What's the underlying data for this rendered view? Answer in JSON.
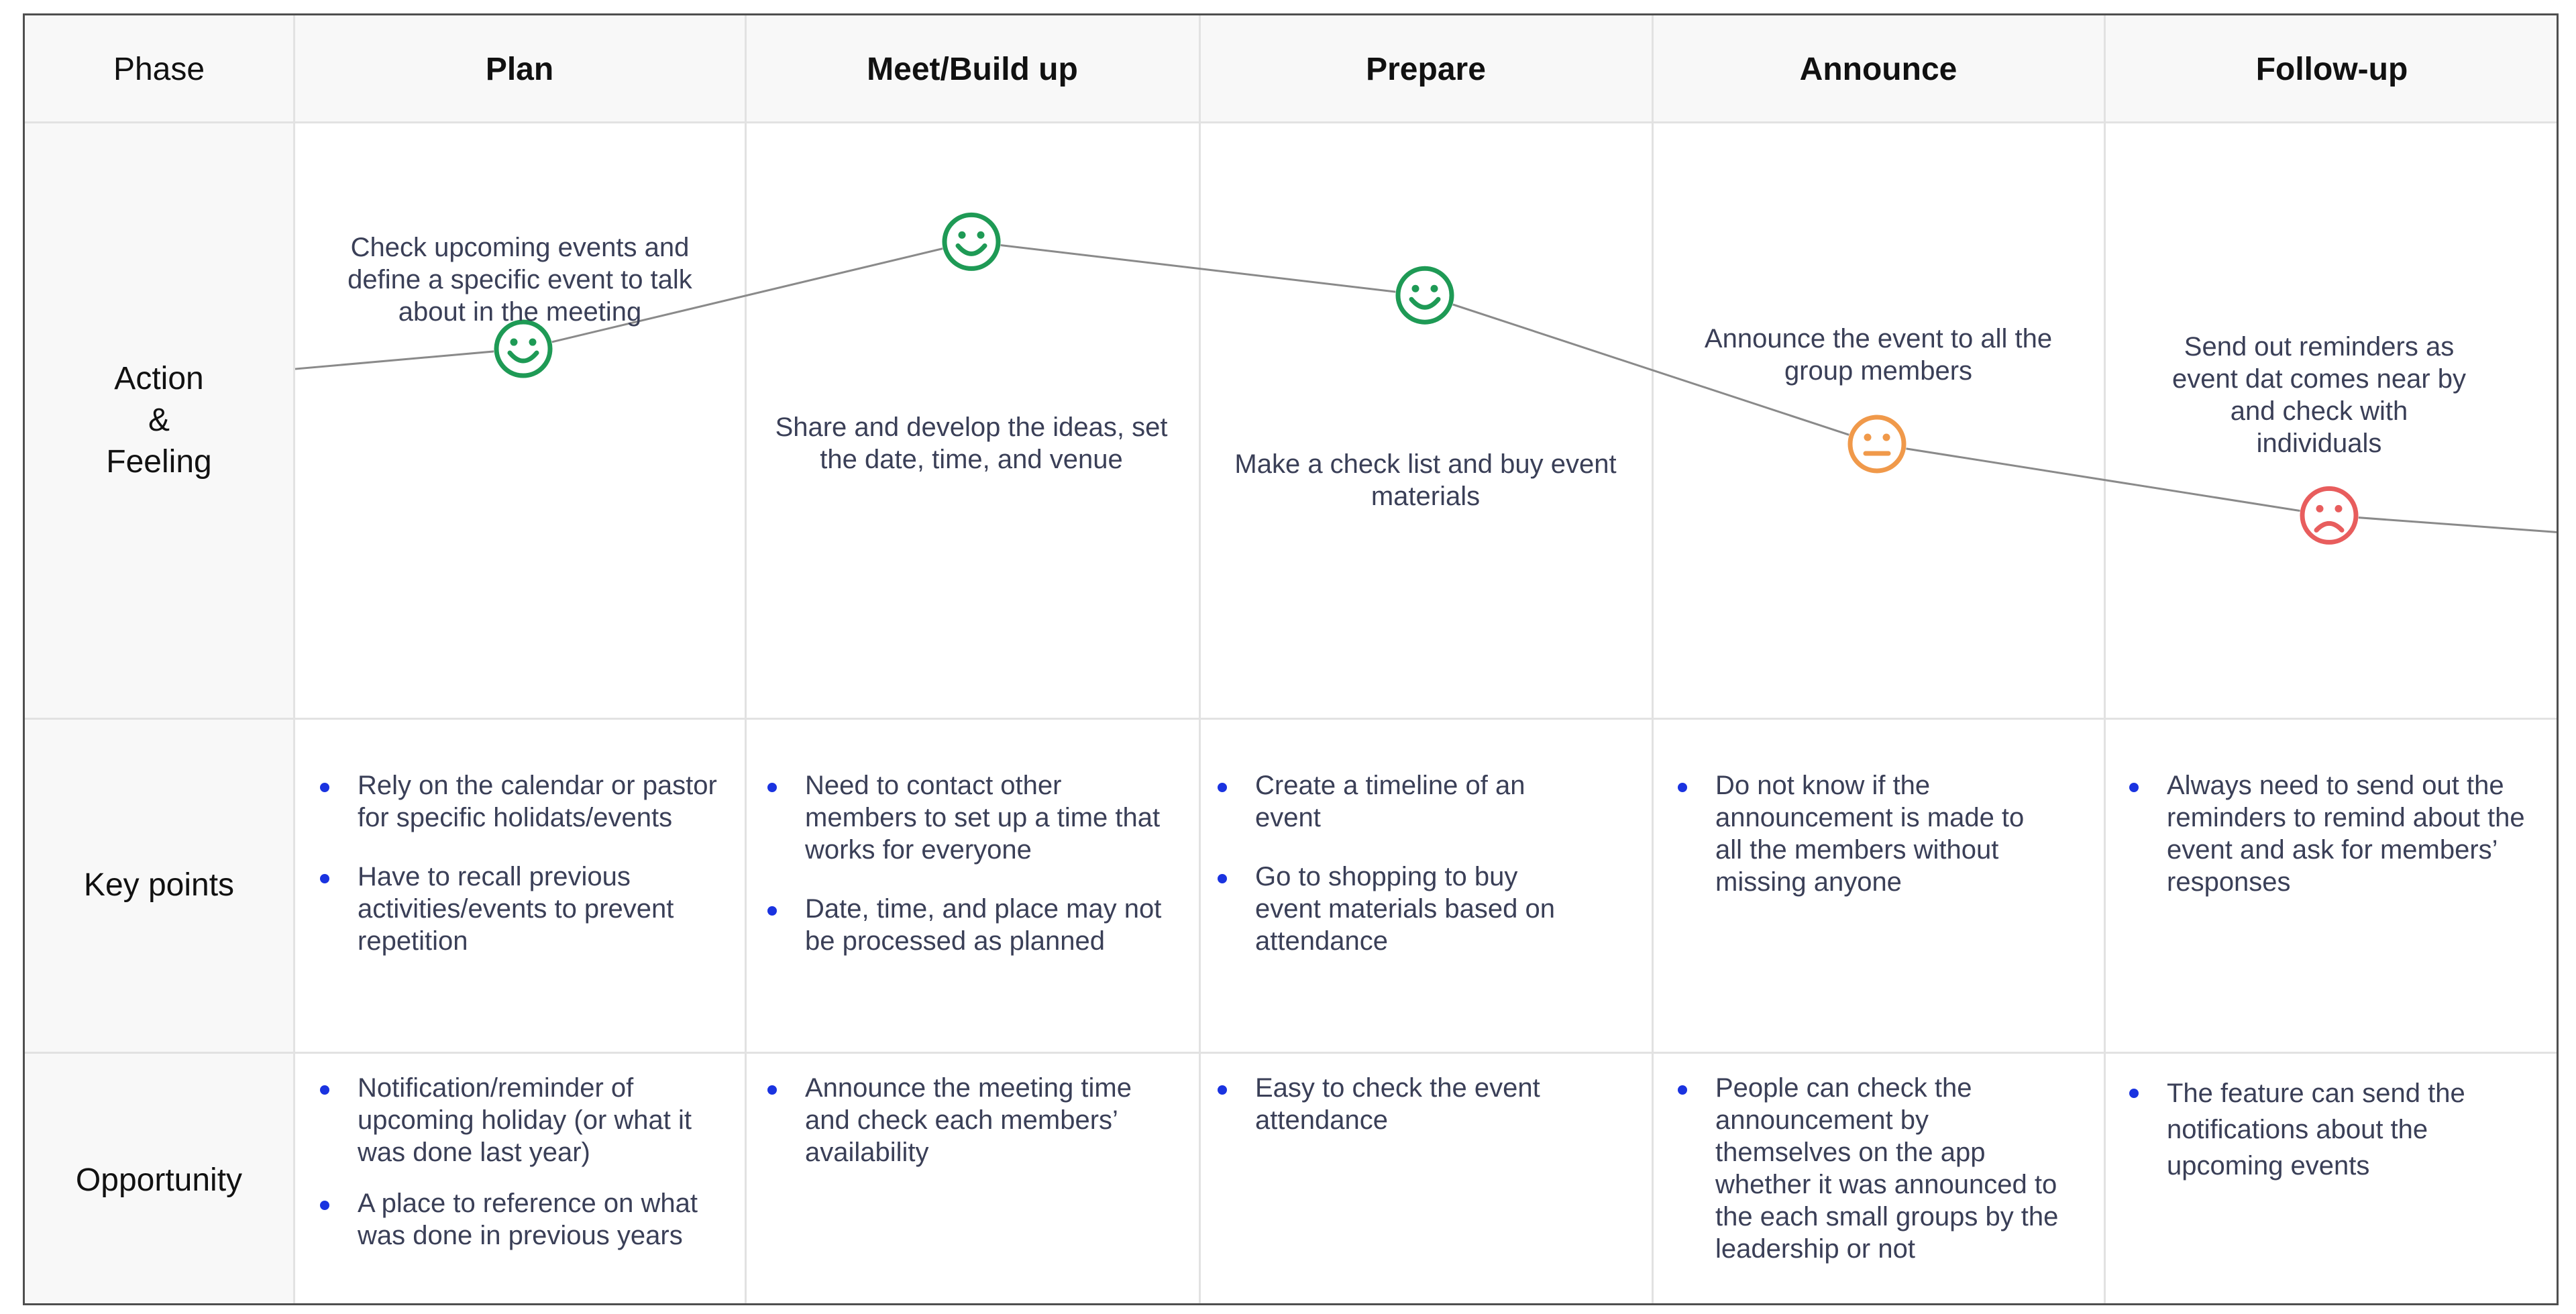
{
  "header": {
    "phase_label": "Phase",
    "phases": [
      "Plan",
      "Meet/Build up",
      "Prepare",
      "Announce",
      "Follow-up"
    ]
  },
  "rows": {
    "action_label_line1": "Action",
    "action_label_line2": "&",
    "action_label_line3": "Feeling",
    "keypoints_label": "Key points",
    "opportunity_label": "Opportunity"
  },
  "actions": [
    "Check upcoming events and define a specific event to talk about in the meeting",
    "Share and develop the ideas, set the date, time, and venue",
    "Make a check list and buy event materials",
    "Announce the event to all the group members",
    "Send out reminders as event dat comes near by and check with individuals"
  ],
  "feelings": [
    "happy",
    "happy",
    "happy",
    "neutral",
    "sad"
  ],
  "feeling_level": [
    0.62,
    0.8,
    0.71,
    0.46,
    0.34
  ],
  "key_points": [
    [
      "Rely on the calendar or pastor for specific holidats/events",
      "Have to recall previous activities/events to prevent repetition"
    ],
    [
      "Need to contact other members to set up a time that works for everyone",
      "Date, time, and place may not be processed as planned"
    ],
    [
      "Create a timeline of an event",
      "Go to shopping to buy event materials based on attendance"
    ],
    [
      "Do not know if the announcement is made to all the members without missing anyone"
    ],
    [
      "Always need to send out the reminders to remind about the event and ask for members’ responses"
    ]
  ],
  "opportunities": [
    [
      "Notification/reminder of upcoming holiday (or what it was done last year)",
      "A place to reference on what was done in previous years"
    ],
    [
      "Announce the meeting time and check each members’ availability"
    ],
    [
      "Easy to check the event attendance"
    ],
    [
      "People can check the announcement by themselves on the app whether it was announced to the each small groups by the leadership or not"
    ],
    [
      "The feature can send the notifications about the upcoming events"
    ]
  ],
  "colors": {
    "happy": "#1e9a55",
    "neutral": "#f0994a",
    "sad": "#e85d5d",
    "bullet": "#1a33e0",
    "curve": "#8a8a8a",
    "text": "#3a3f57"
  },
  "icons": {
    "happy": "smiley-happy-icon",
    "neutral": "smiley-neutral-icon",
    "sad": "smiley-sad-icon"
  }
}
